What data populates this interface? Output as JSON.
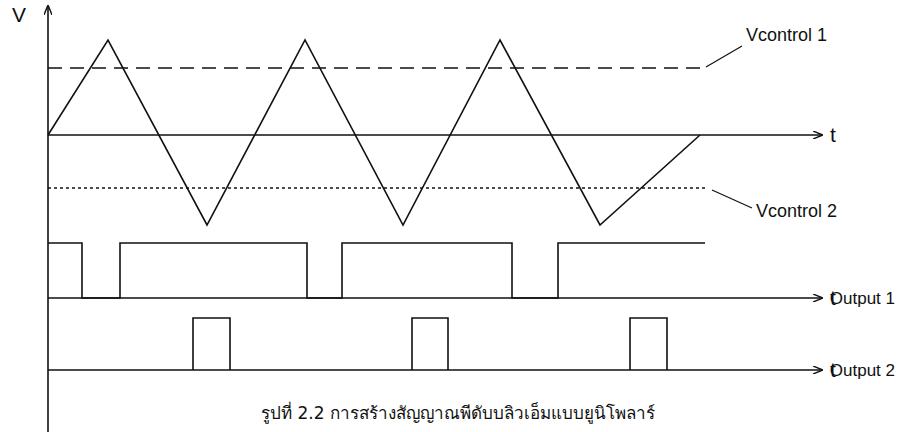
{
  "diagram": {
    "caption": "รูปที่ 2.2 การสร้างสัญญาณพีดับบลิวเอ็มแบบยูนิโพลาร์",
    "labels": [
      "V",
      "t",
      "Vcontrol 1",
      "Vcontrol 2",
      "t",
      "Output 1",
      "t",
      "Output 2"
    ]
  }
}
